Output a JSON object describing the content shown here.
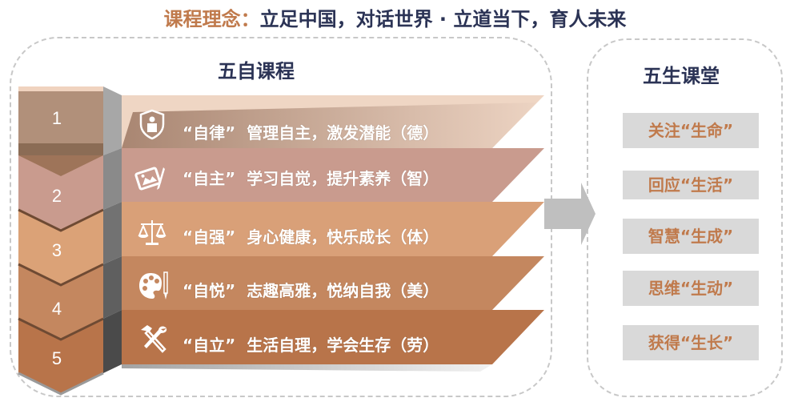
{
  "header": {
    "lead": "课程理念：",
    "rest": "立足中国，对话世界 · 立道当下，育人未来"
  },
  "left_panel": {
    "title": "五自课程",
    "items": [
      {
        "num": "1",
        "keyword": "“自律”",
        "desc": "管理自主，激发潜能（德）",
        "icon": "shield-person-icon",
        "color": "#e6cbb7"
      },
      {
        "num": "2",
        "keyword": "“自主”",
        "desc": "学习自觉，提升素养（智）",
        "icon": "tablet-pen-icon",
        "color": "#c99b8e"
      },
      {
        "num": "3",
        "keyword": "“自强”",
        "desc": "身心健康，快乐成长（体）",
        "icon": "balance-scale-icon",
        "color": "#d9a078"
      },
      {
        "num": "4",
        "keyword": "“自悦”",
        "desc": "志趣高雅，悦纳自我（美）",
        "icon": "palette-brush-icon",
        "color": "#c4875f"
      },
      {
        "num": "5",
        "keyword": "“自立”",
        "desc": "生活自理，学会生存（劳）",
        "icon": "hammer-wrench-icon",
        "color": "#b8744a"
      }
    ]
  },
  "arrow": {
    "icon": "right-arrow-icon",
    "color": "#bfbfbf"
  },
  "right_panel": {
    "title": "五生课堂",
    "items": [
      {
        "label": "关注“生命”"
      },
      {
        "label": "回应“生活”"
      },
      {
        "label": "智慧“生成”"
      },
      {
        "label": "思维“生动”"
      },
      {
        "label": "获得“生长”"
      }
    ]
  },
  "colors": {
    "accent": "#c07a4c",
    "navy": "#2b3355",
    "box_bg": "#d9d9d9",
    "dashed": "#c8c8c8"
  }
}
